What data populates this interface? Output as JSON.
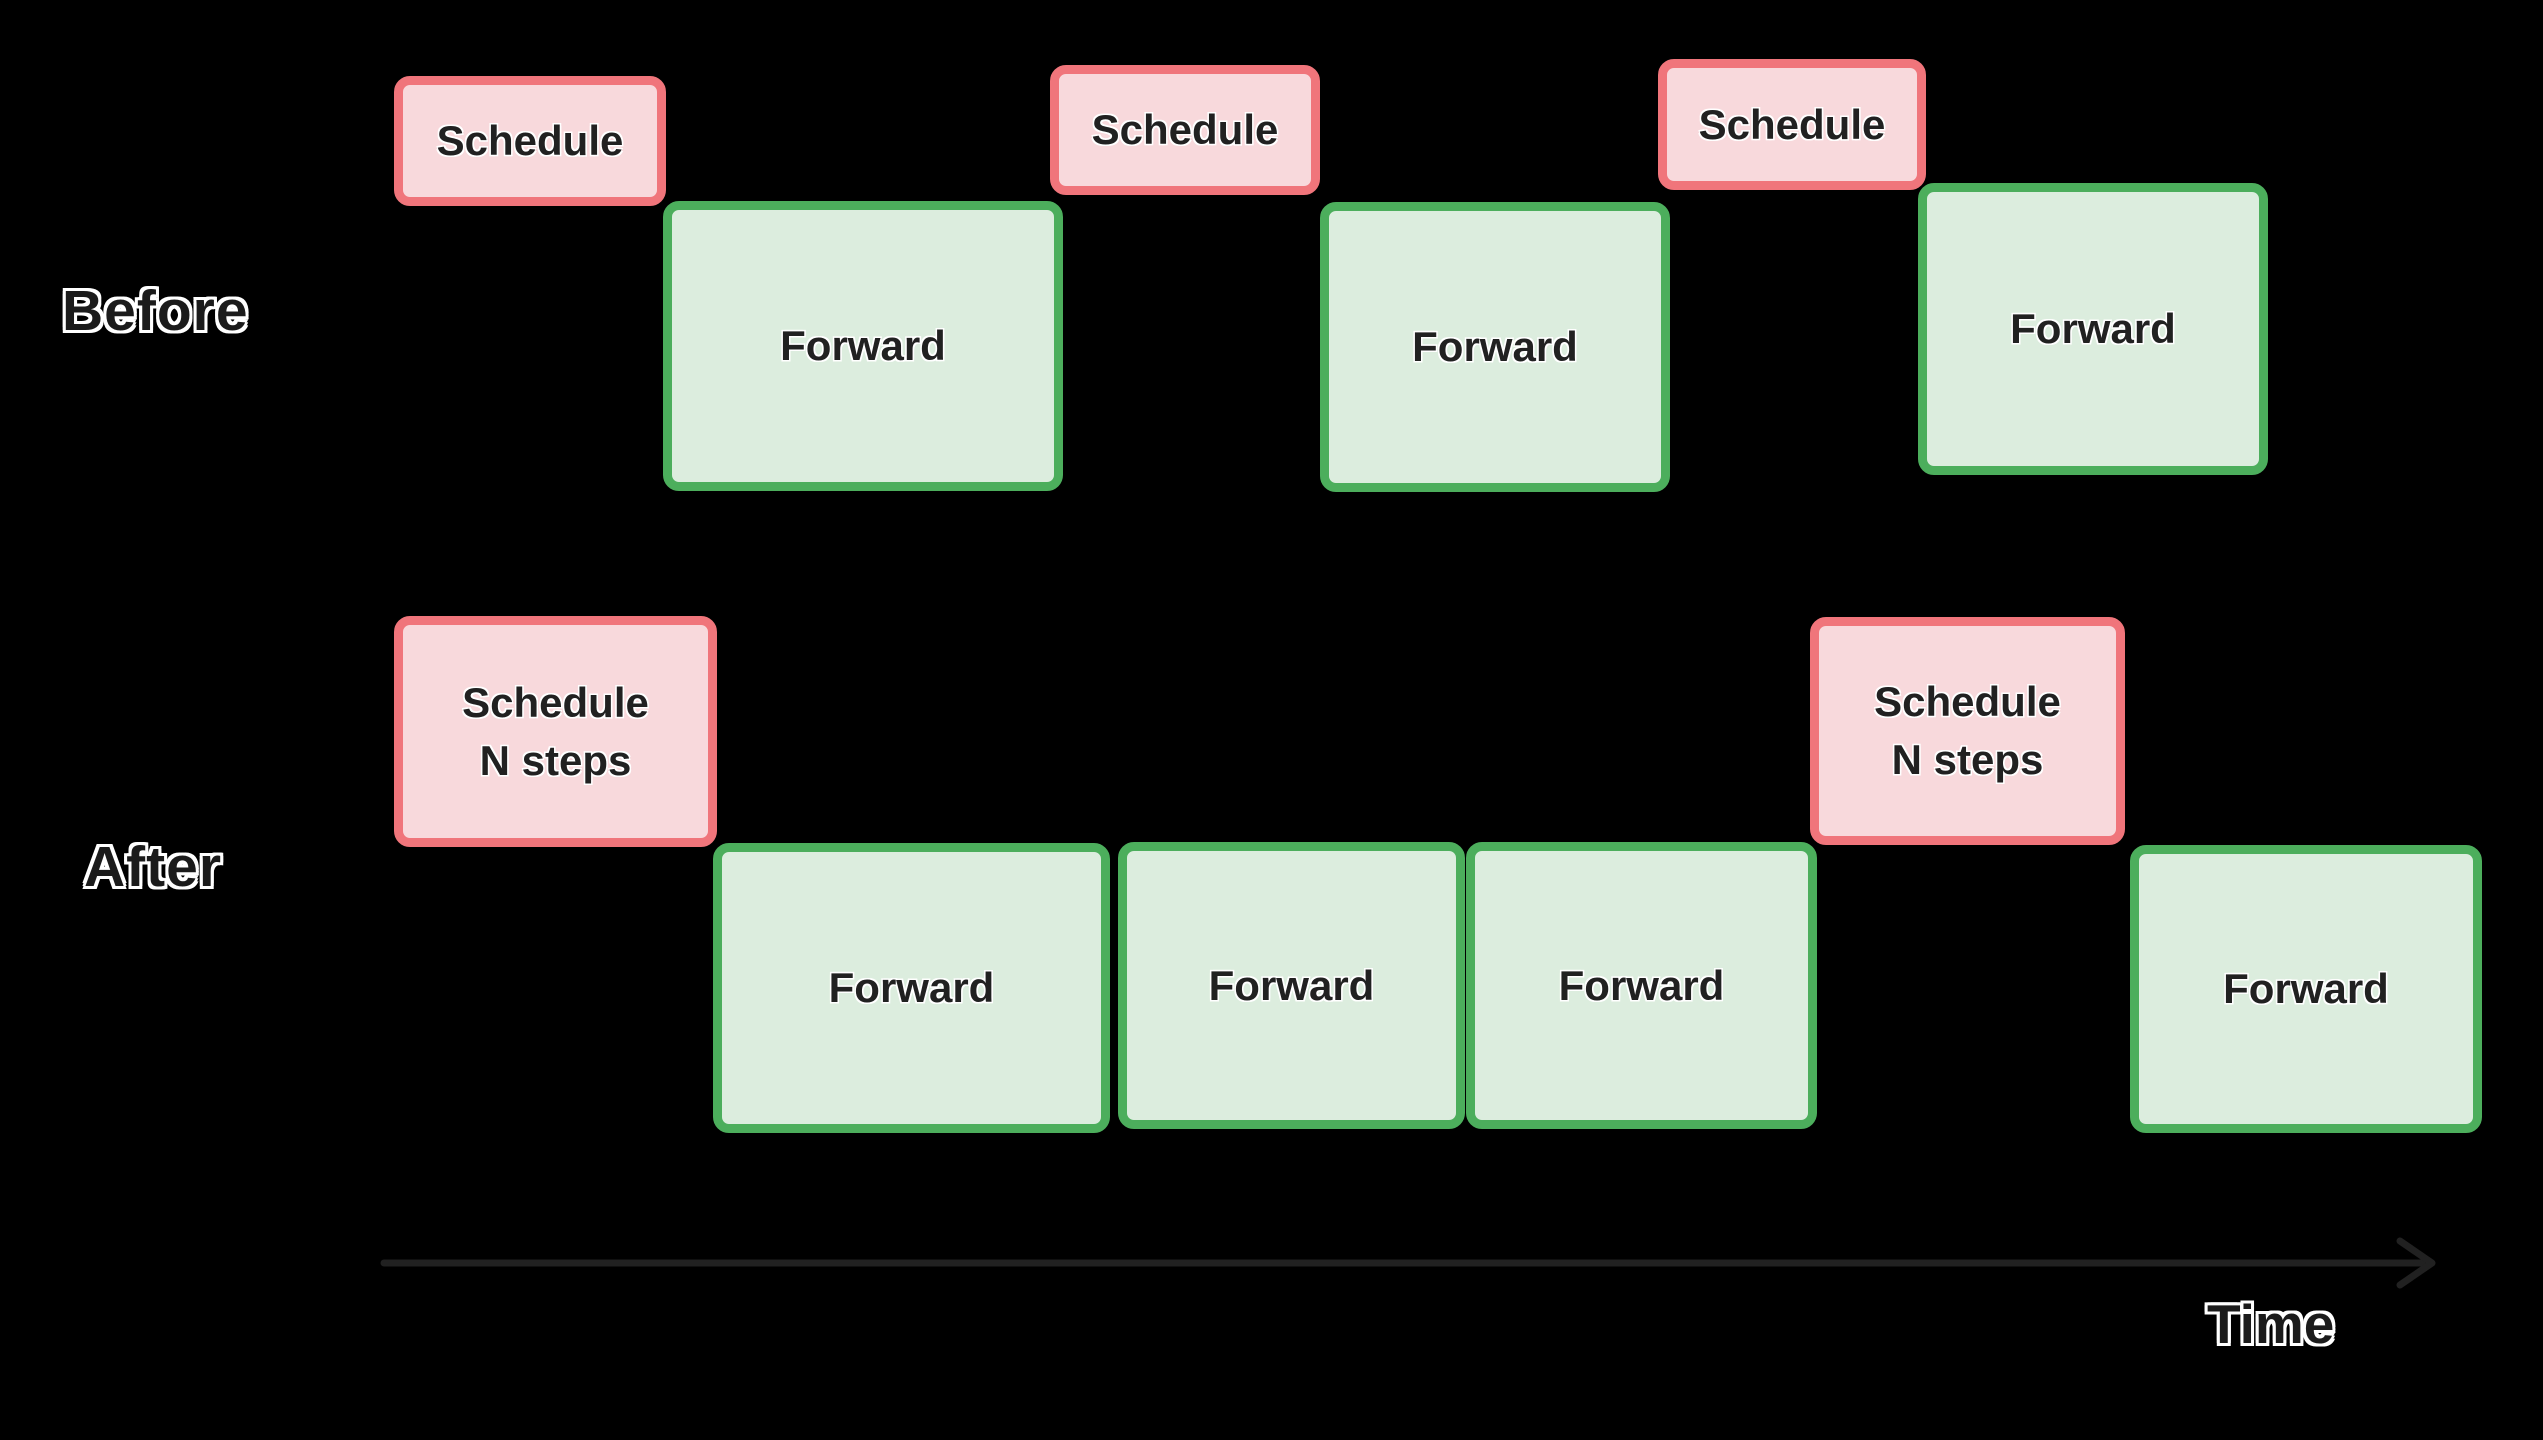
{
  "colors": {
    "background": "#000000",
    "schedule_fill": "#f8d9dc",
    "schedule_border": "#f0757b",
    "forward_fill": "#dcedde",
    "forward_border": "#4cae5c",
    "box_text": "#212121",
    "label_text": "#1b1b1b",
    "label_outline": "#ffffff",
    "arrow": "#212121"
  },
  "rows": {
    "before": {
      "label": "Before",
      "blocks": [
        {
          "type": "schedule",
          "label": "Schedule"
        },
        {
          "type": "forward",
          "label": "Forward"
        },
        {
          "type": "schedule",
          "label": "Schedule"
        },
        {
          "type": "forward",
          "label": "Forward"
        },
        {
          "type": "schedule",
          "label": "Schedule"
        },
        {
          "type": "forward",
          "label": "Forward"
        }
      ]
    },
    "after": {
      "label": "After",
      "blocks": [
        {
          "type": "schedule",
          "label_line1": "Schedule",
          "label_line2": "N steps"
        },
        {
          "type": "forward",
          "label": "Forward"
        },
        {
          "type": "forward",
          "label": "Forward"
        },
        {
          "type": "forward",
          "label": "Forward"
        },
        {
          "type": "schedule",
          "label_line1": "Schedule",
          "label_line2": "N steps"
        },
        {
          "type": "forward",
          "label": "Forward"
        }
      ]
    }
  },
  "axis": {
    "label": "Time"
  }
}
